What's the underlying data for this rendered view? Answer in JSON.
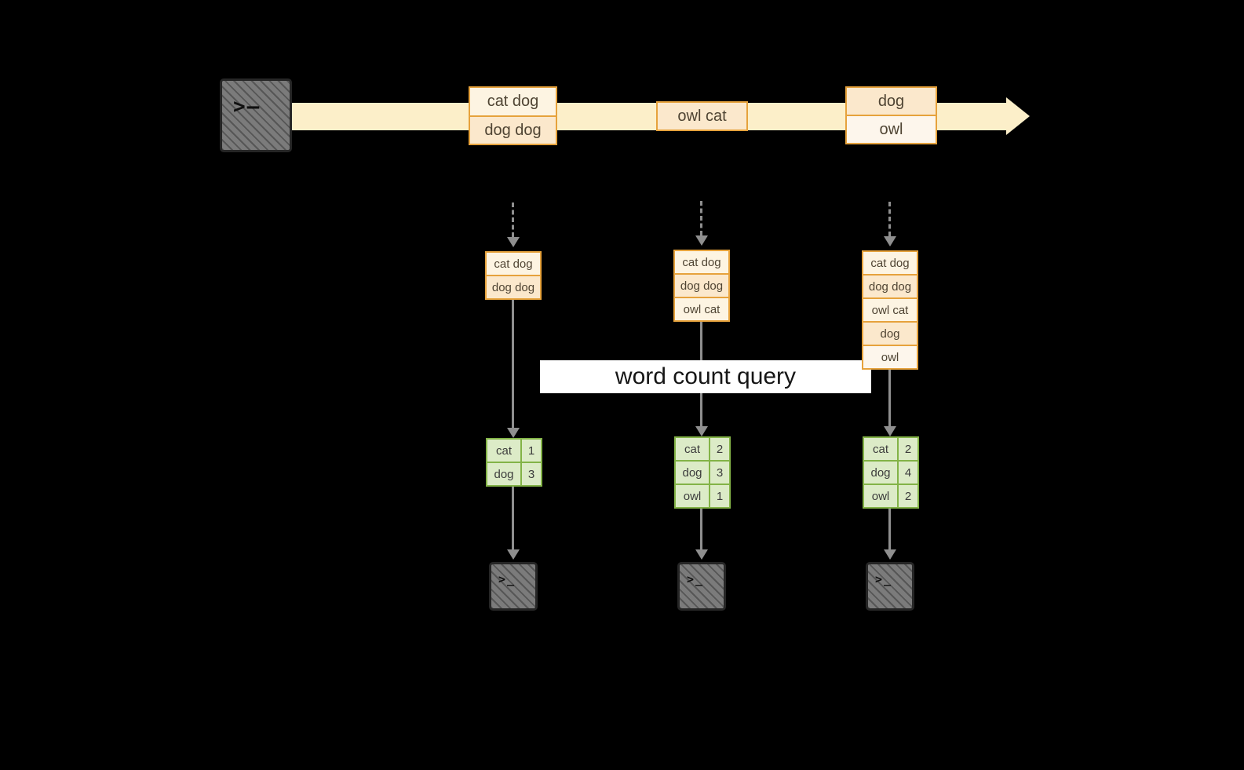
{
  "diagram": {
    "source_terminal": {
      "prompt": ">",
      "cursor": "—"
    },
    "banner": {
      "label": "word count query"
    },
    "timeline": {
      "events": [
        {
          "boxes": [
            "cat dog",
            "dog dog"
          ]
        },
        {
          "boxes": [
            "owl cat"
          ]
        },
        {
          "boxes": [
            "dog",
            "owl"
          ]
        }
      ]
    },
    "columns": [
      {
        "buffer": [
          "cat dog",
          "dog dog"
        ],
        "counts": [
          {
            "word": "cat",
            "count": "1"
          },
          {
            "word": "dog",
            "count": "3"
          }
        ],
        "terminal": {
          "prompt": ">",
          "cursor": "_"
        }
      },
      {
        "buffer": [
          "cat dog",
          "dog dog",
          "owl cat"
        ],
        "counts": [
          {
            "word": "cat",
            "count": "2"
          },
          {
            "word": "dog",
            "count": "3"
          },
          {
            "word": "owl",
            "count": "1"
          }
        ],
        "terminal": {
          "prompt": ">",
          "cursor": "_"
        }
      },
      {
        "buffer": [
          "cat dog",
          "dog dog",
          "owl cat",
          "dog",
          "owl"
        ],
        "counts": [
          {
            "word": "cat",
            "count": "2"
          },
          {
            "word": "dog",
            "count": "4"
          },
          {
            "word": "owl",
            "count": "2"
          }
        ],
        "terminal": {
          "prompt": ">",
          "cursor": "_"
        }
      }
    ],
    "colors": {
      "background": "#000000",
      "stream_band": "#fcefc9",
      "event_border": "#e6a23c",
      "event_fill_light": "#fdf4e2",
      "event_fill_dark": "#fbe8cc",
      "table_border": "#83b347",
      "table_fill": "#dcebc7",
      "arrow": "#8f8f8f",
      "terminal_fill": "#7b7b7b",
      "banner_background": "#ffffff",
      "banner_text": "#161616"
    }
  }
}
